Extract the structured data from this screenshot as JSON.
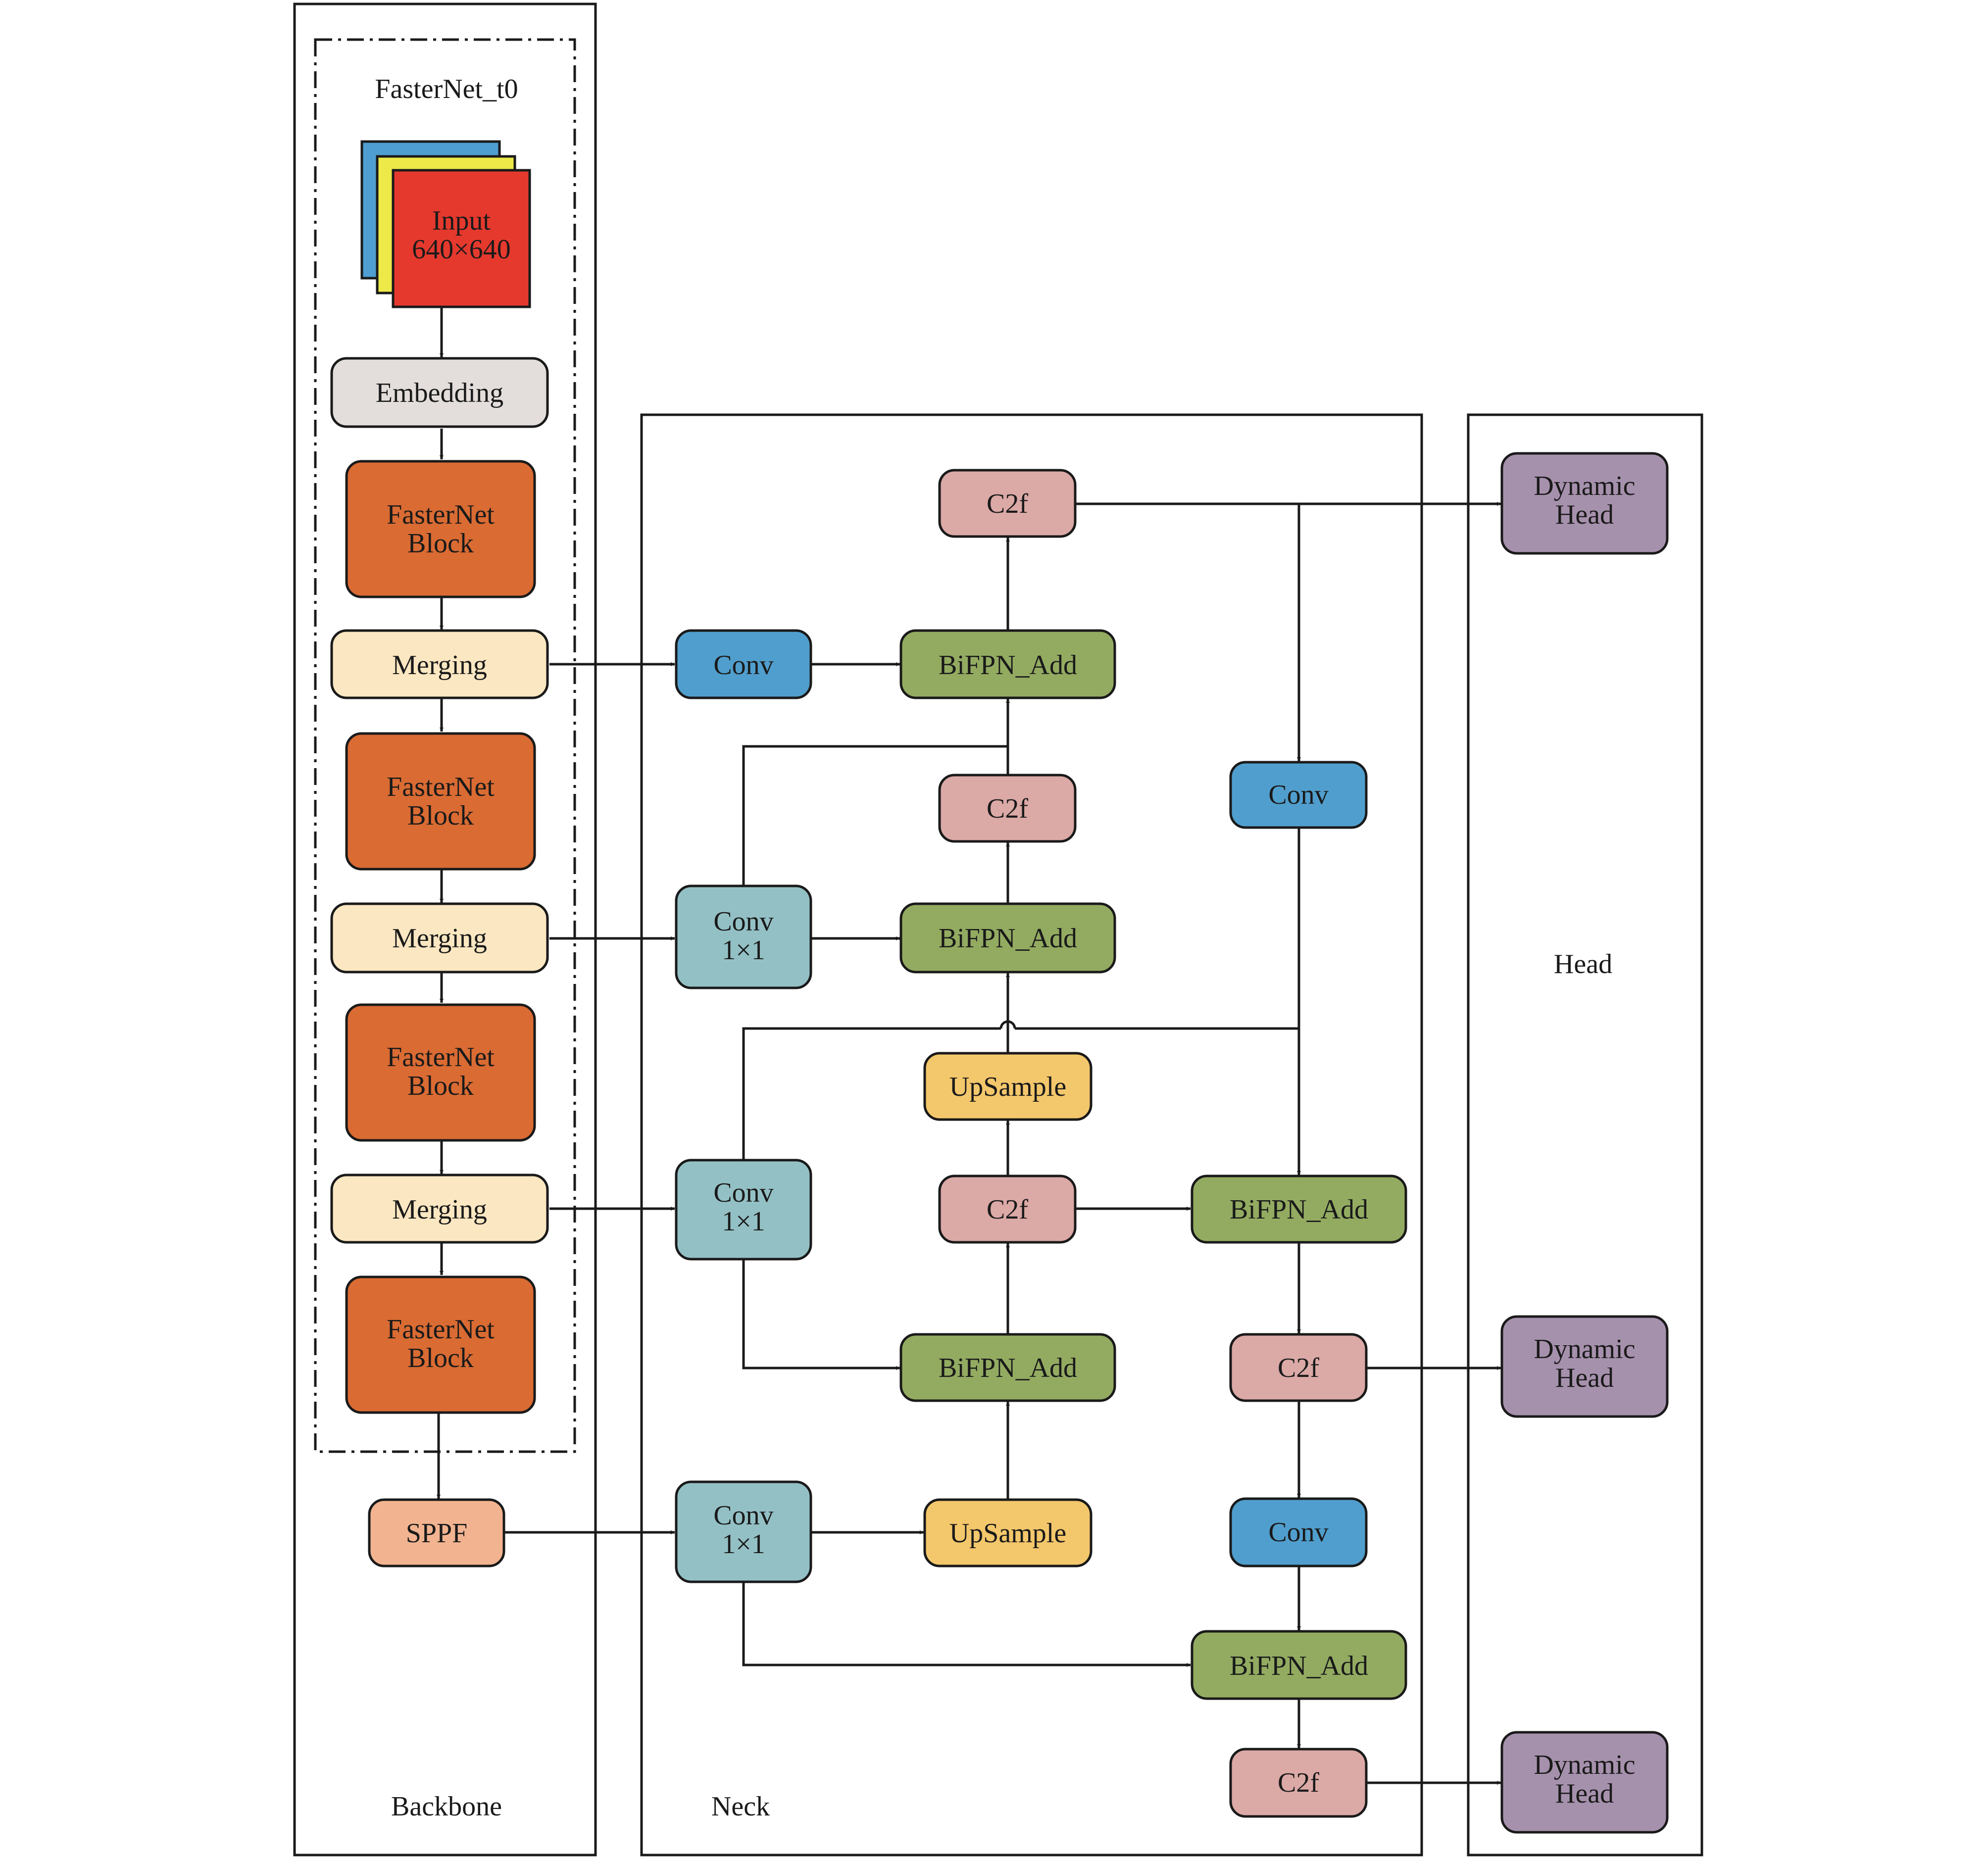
{
  "sections": {
    "backbone": "Backbone",
    "neck": "Neck",
    "head": "Head",
    "fasternet": "FasterNet_t0"
  },
  "colors": {
    "input_blue": "#4f9ed1",
    "input_yellow": "#ece949",
    "input_red": "#e5392e",
    "embedding": "#e3dedb",
    "fasternet_block": "#d96b33",
    "merging": "#fbe7c1",
    "sppf": "#f2b490",
    "conv": "#509ecd",
    "conv1x1": "#93c0c5",
    "bifpn_add": "#93ab61",
    "c2f": "#dba9a6",
    "upsample": "#f3c76b",
    "dynamic_head": "#a691ad"
  },
  "backbone": {
    "input": [
      "Input",
      "640×640"
    ],
    "embedding": "Embedding",
    "block1": [
      "FasterNet",
      "Block"
    ],
    "merging1": "Merging",
    "block2": [
      "FasterNet",
      "Block"
    ],
    "merging2": "Merging",
    "block3": [
      "FasterNet",
      "Block"
    ],
    "merging3": "Merging",
    "block4": [
      "FasterNet",
      "Block"
    ],
    "sppf": "SPPF"
  },
  "neck": {
    "c2f_top": "C2f",
    "conv_top": "Conv",
    "bifpn_top": "BiFPN_Add",
    "c2f_mid": "C2f",
    "conv_right_top": "Conv",
    "conv1x1_a": [
      "Conv",
      "1×1"
    ],
    "bifpn_mid": "BiFPN_Add",
    "upsample_mid": "UpSample",
    "conv1x1_b": [
      "Conv",
      "1×1"
    ],
    "c2f_low": "C2f",
    "bifpn_right": "BiFPN_Add",
    "bifpn_low": "BiFPN_Add",
    "c2f_right": "C2f",
    "conv1x1_c": [
      "Conv",
      "1×1"
    ],
    "upsample_low": "UpSample",
    "conv_right_low": "Conv",
    "bifpn_bottom": "BiFPN_Add",
    "c2f_bottom": "C2f"
  },
  "head": {
    "dyn1": [
      "Dynamic",
      "Head"
    ],
    "dyn2": [
      "Dynamic",
      "Head"
    ],
    "dyn3": [
      "Dynamic",
      "Head"
    ]
  }
}
